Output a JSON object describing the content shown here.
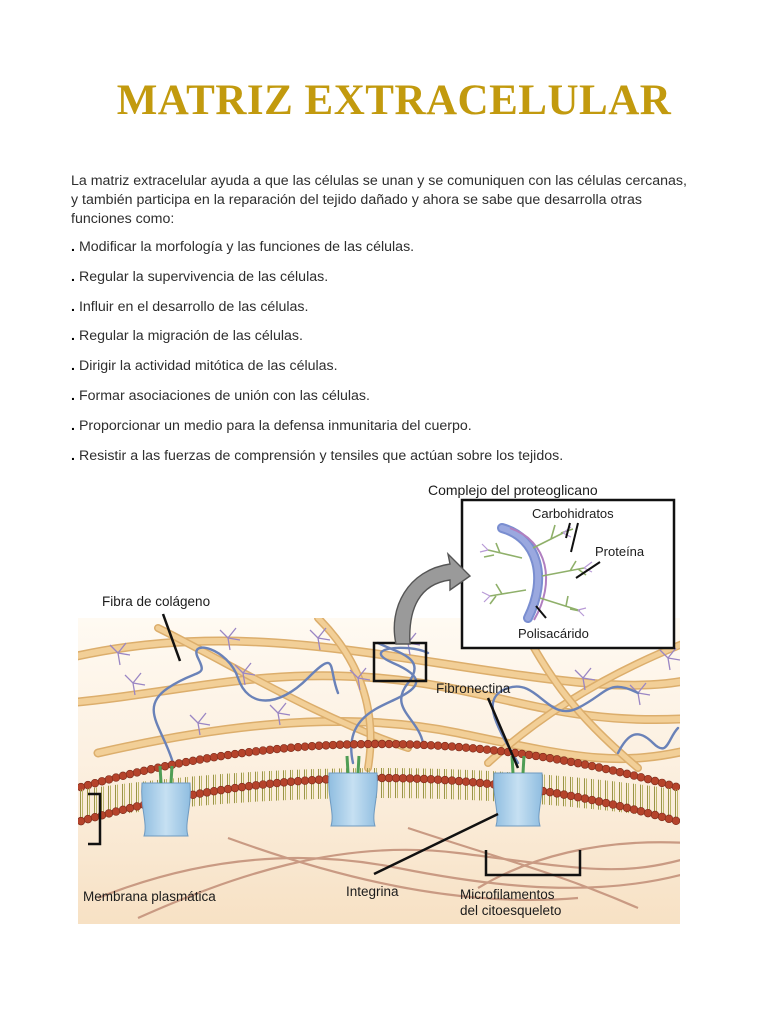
{
  "title": "MATRIZ EXTRACELULAR",
  "intro": "La matriz extracelular ayuda a que las células se unan y se comuniquen con las células cercanas, y también participa en la reparación del tejido dañado y ahora se sabe que desarrolla otras funciones como:",
  "bullet_marker": ".",
  "functions": [
    "Modificar la morfología y las funciones de las células.",
    "Regular la supervivencia de las células.",
    "Influir en el desarrollo de las células.",
    "Regular la migración de las células.",
    "Dirigir la actividad mitótica de las células.",
    "Formar asociaciones de unión con las células.",
    "Proporcionar un medio para la defensa inmunitaria del cuerpo.",
    "Resistir a las fuerzas de comprensión y tensiles que actúan sobre los tejidos."
  ],
  "figure": {
    "inset_title": "Complejo del proteoglicano",
    "labels": {
      "carbohidratos": "Carbohidratos",
      "proteina": "Proteína",
      "polisacarido": "Polisacárido",
      "colageno": "Fibra de colágeno",
      "fibronectina": "Fibronectina",
      "membrana": "Membrana plasmática",
      "integrina": "Integrina",
      "microfilamentos_1": "Microfilamentos",
      "microfilamentos_2": "del citoesqueleto"
    },
    "colors": {
      "collagen": "#f0c98e",
      "phospholipid_head": "#b5432b",
      "integrin": "#a9cde6",
      "fibronectin": "#6a82b8",
      "proteoglycan": "#9a86c4",
      "title": "#c29a0e"
    }
  }
}
